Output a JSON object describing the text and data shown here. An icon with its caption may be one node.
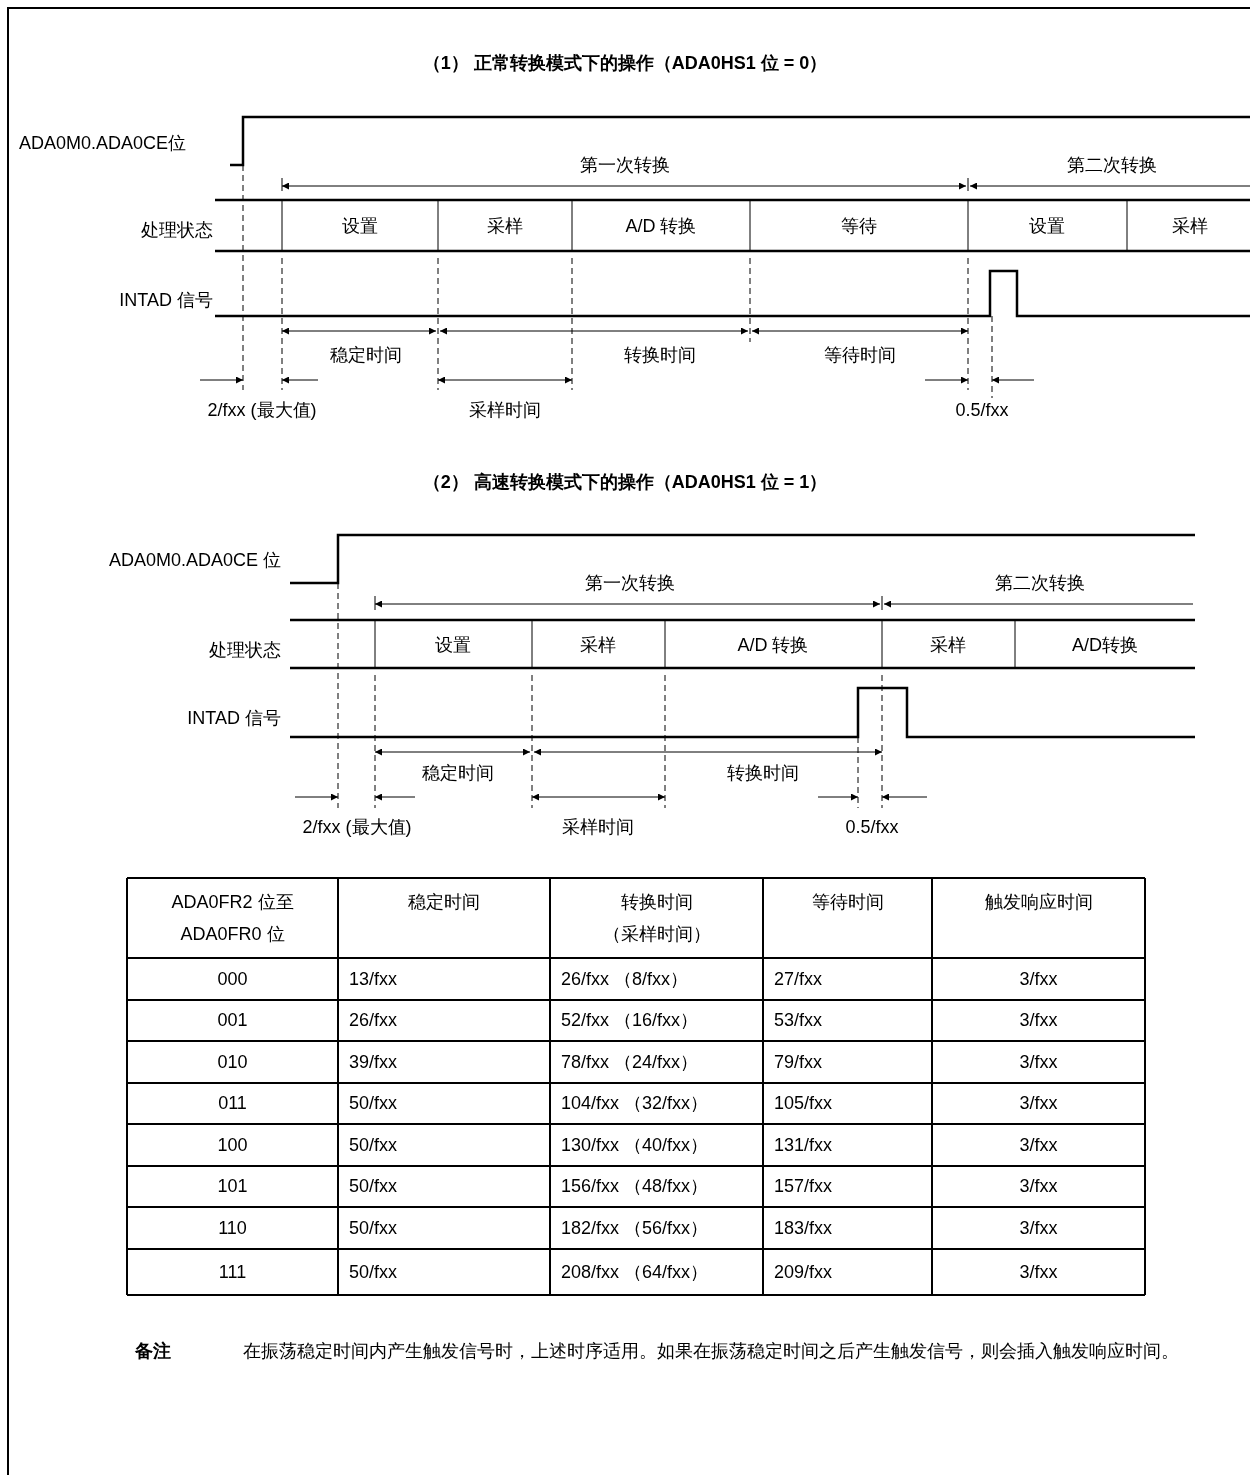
{
  "diagram": {
    "labels": [
      "（1）  正常转换模式下的操作（ADA0HS1 位 = 0）",
      "ADA0M0.ADA0CE位",
      "第一次转换",
      "第二次转换",
      "处理状态",
      "设置",
      "采样",
      "A/D 转换",
      "等待",
      "设置",
      "采样",
      "INTAD 信号",
      "稳定时间",
      "转换时间",
      "等待时间",
      "2/fxx (最大值)",
      "采样时间",
      "0.5/fxx",
      "（2）  高速转换模式下的操作（ADA0HS1 位 = 1）",
      "ADA0M0.ADA0CE 位",
      "第一次转换",
      "第二次转换",
      "处理状态",
      "设置",
      "采样",
      "A/D 转换",
      "采样",
      "A/D转换",
      "INTAD 信号",
      "稳定时间",
      "转换时间",
      "2/fxx (最大值)",
      "采样时间",
      "0.5/fxx",
      "ADA0FR2 位至 ADA0FR0 位",
      "稳定时间",
      "转换时间（采样时间）",
      "等待时间",
      "触发响应时间",
      "000",
      "13/fxx",
      "26/fxx （8/fxx）",
      "27/fxx",
      "3/fxx",
      "001",
      "26/fxx",
      "52/fxx （16/fxx）",
      "53/fxx",
      "3/fxx",
      "010",
      "39/fxx",
      "78/fxx （24/fxx）",
      "79/fxx",
      "3/fxx",
      "011",
      "50/fxx",
      "104/fxx （32/fxx）",
      "105/fxx",
      "3/fxx",
      "100",
      "50/fxx",
      "130/fxx （40/fxx）",
      "131/fxx",
      "3/fxx",
      "101",
      "50/fxx",
      "156/fxx （48/fxx）",
      "157/fxx",
      "3/fxx",
      "110",
      "50/fxx",
      "182/fxx （56/fxx）",
      "183/fxx",
      "3/fxx",
      "111",
      "50/fxx",
      "208/fxx （64/fxx）",
      "209/fxx",
      "3/fxx",
      "备注",
      "在振荡稳定时间内产生触发信号时，上述时序适用。如果在振荡稳定时间之后产生触发信号，则会插入触发响应时间。"
    ]
  }
}
